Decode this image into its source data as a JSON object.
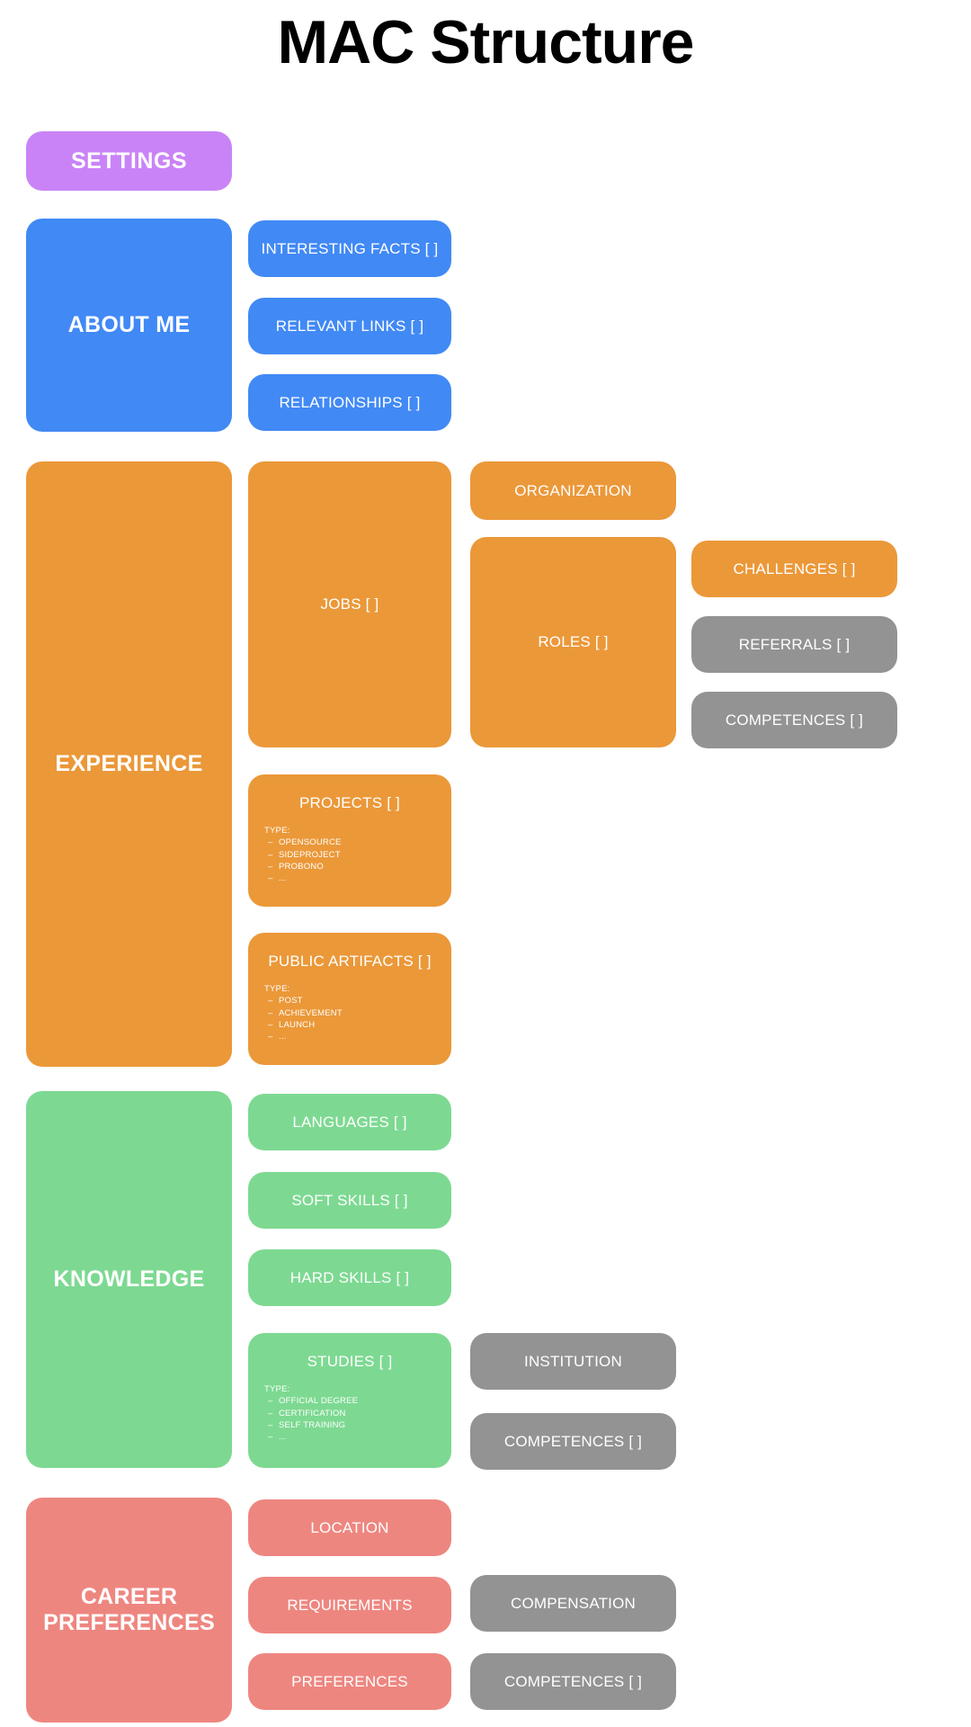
{
  "page": {
    "title": "MAC Structure",
    "background": "#ffffff"
  },
  "colors": {
    "purple": "#c983f7",
    "blue": "#4189f5",
    "orange": "#eb9839",
    "green": "#7dd992",
    "salmon": "#ee8680",
    "gray": "#939393",
    "text_on_node": "#ffffff",
    "title_text": "#000000"
  },
  "nodes": {
    "settings": {
      "label": "SETTINGS"
    },
    "about_me": {
      "label": "ABOUT ME"
    },
    "interesting_facts": {
      "label": "INTERESTING FACTS [ ]"
    },
    "relevant_links": {
      "label": "RELEVANT LINKS [ ]"
    },
    "relationships": {
      "label": "RELATIONSHIPS [ ]"
    },
    "experience": {
      "label": "EXPERIENCE"
    },
    "jobs": {
      "label": "JOBS [ ]"
    },
    "organization": {
      "label": "ORGANIZATION"
    },
    "roles": {
      "label": "ROLES [ ]"
    },
    "challenges": {
      "label": "CHALLENGES [ ]"
    },
    "referrals": {
      "label": "REFERRALS [ ]"
    },
    "competences_experience": {
      "label": "COMPETENCES [ ]"
    },
    "projects": {
      "label": "PROJECTS [ ]",
      "type_heading": "TYPE:",
      "types": [
        "OPENSOURCE",
        "SIDEPROJECT",
        "PROBONO",
        "..."
      ]
    },
    "public_artifacts": {
      "label": "PUBLIC ARTIFACTS [ ]",
      "type_heading": "TYPE:",
      "types": [
        "POST",
        "ACHIEVEMENT",
        "LAUNCH",
        "..."
      ]
    },
    "knowledge": {
      "label": "KNOWLEDGE"
    },
    "languages": {
      "label": "LANGUAGES [ ]"
    },
    "soft_skills": {
      "label": "SOFT SKILLS [ ]"
    },
    "hard_skills": {
      "label": "HARD SKILLS [ ]"
    },
    "studies": {
      "label": "STUDIES [ ]",
      "type_heading": "TYPE:",
      "types": [
        "OFFICIAL DEGREE",
        "CERTIFICATION",
        "SELF TRAINING",
        "..."
      ]
    },
    "institution": {
      "label": "INSTITUTION"
    },
    "competences_knowledge": {
      "label": "COMPETENCES [ ]"
    },
    "career_preferences": {
      "label": "CAREER\nPREFERENCES",
      "line1": "CAREER",
      "line2": "PREFERENCES"
    },
    "location": {
      "label": "LOCATION"
    },
    "requirements": {
      "label": "REQUIREMENTS"
    },
    "preferences": {
      "label": "PREFERENCES"
    },
    "compensation": {
      "label": "COMPENSATION"
    },
    "competences_career": {
      "label": "COMPETENCES [ ]"
    }
  }
}
